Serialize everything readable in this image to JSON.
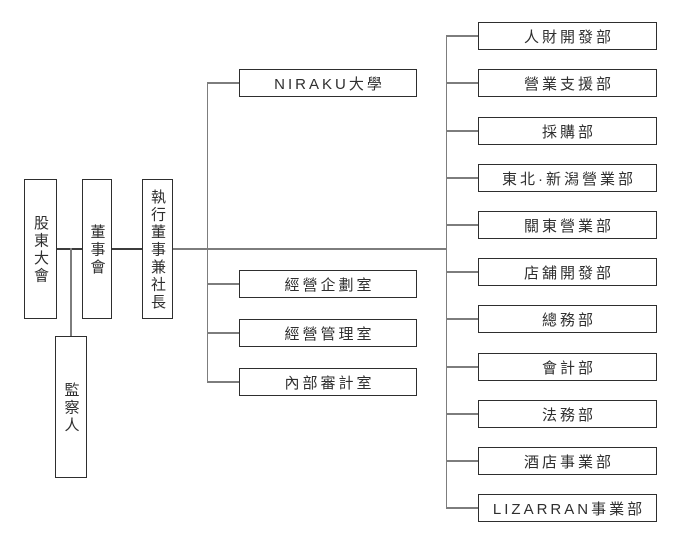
{
  "diagram": {
    "type": "org-chart",
    "governance": [
      {
        "id": "shareholders-meeting",
        "label": "股東大會"
      },
      {
        "id": "board-of-directors",
        "label": "董事會"
      },
      {
        "id": "executive-director-president",
        "label": "執行董事兼社長"
      },
      {
        "id": "supervisor",
        "label": "監察人"
      }
    ],
    "staff_offices": [
      {
        "id": "niraku-university",
        "label": "NIRAKU大學"
      },
      {
        "id": "management-planning-office",
        "label": "經營企劃室"
      },
      {
        "id": "management-administration-office",
        "label": "經營管理室"
      },
      {
        "id": "internal-audit-office",
        "label": "內部審計室"
      }
    ],
    "departments": [
      {
        "id": "human-resources-development-dept",
        "label": "人財開發部"
      },
      {
        "id": "sales-support-dept",
        "label": "營業支援部"
      },
      {
        "id": "purchasing-dept",
        "label": "採購部"
      },
      {
        "id": "tohoku-niigata-sales-dept",
        "label": "東北·新潟營業部"
      },
      {
        "id": "kanto-sales-dept",
        "label": "關東營業部"
      },
      {
        "id": "store-development-dept",
        "label": "店舖開發部"
      },
      {
        "id": "general-affairs-dept",
        "label": "總務部"
      },
      {
        "id": "accounting-dept",
        "label": "會計部"
      },
      {
        "id": "legal-dept",
        "label": "法務部"
      },
      {
        "id": "hotel-business-dept",
        "label": "酒店事業部"
      },
      {
        "id": "lizarran-business-dept",
        "label": "LIZARRAN事業部"
      }
    ],
    "colors": {
      "connector": "#7d7d7d",
      "connector_dark": "#3c3c3c",
      "box_border": "#2e2e2e",
      "text": "#2f2f2f",
      "background": "#ffffff"
    }
  }
}
